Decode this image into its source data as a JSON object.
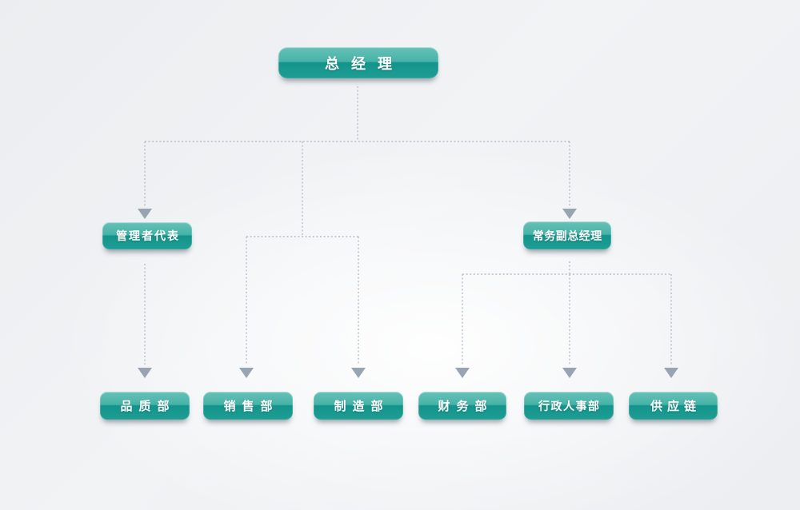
{
  "diagram": {
    "type": "org-chart",
    "nodes": {
      "general_manager": {
        "label": "总经理",
        "level": 1
      },
      "management_rep": {
        "label": "管理者代表",
        "level": 2
      },
      "deputy_gm": {
        "label": "常务副总经理",
        "level": 2
      },
      "quality_dept": {
        "label": "品质部",
        "level": 3
      },
      "sales_dept": {
        "label": "销售部",
        "level": 3
      },
      "manufacturing_dept": {
        "label": "制造部",
        "level": 3
      },
      "finance_dept": {
        "label": "财务部",
        "level": 3
      },
      "admin_hr_dept": {
        "label": "行政人事部",
        "level": 3
      },
      "supply_chain": {
        "label": "供应链",
        "level": 3
      }
    },
    "edges": [
      {
        "from": "general_manager",
        "to": "management_rep"
      },
      {
        "from": "general_manager",
        "to": "sales_dept"
      },
      {
        "from": "general_manager",
        "to": "manufacturing_dept"
      },
      {
        "from": "general_manager",
        "to": "deputy_gm"
      },
      {
        "from": "management_rep",
        "to": "quality_dept"
      },
      {
        "from": "deputy_gm",
        "to": "finance_dept"
      },
      {
        "from": "deputy_gm",
        "to": "admin_hr_dept"
      },
      {
        "from": "deputy_gm",
        "to": "supply_chain"
      }
    ],
    "colors": {
      "box_gradient_top": "#66c1b7",
      "box_gradient_bottom": "#1e9d93",
      "box_text": "#ffffff",
      "connector_line": "#b5bec9",
      "arrowhead": "#98a4b2",
      "background": "#eef0f2"
    },
    "line_style": "dotted",
    "arrow_direction": "down"
  }
}
